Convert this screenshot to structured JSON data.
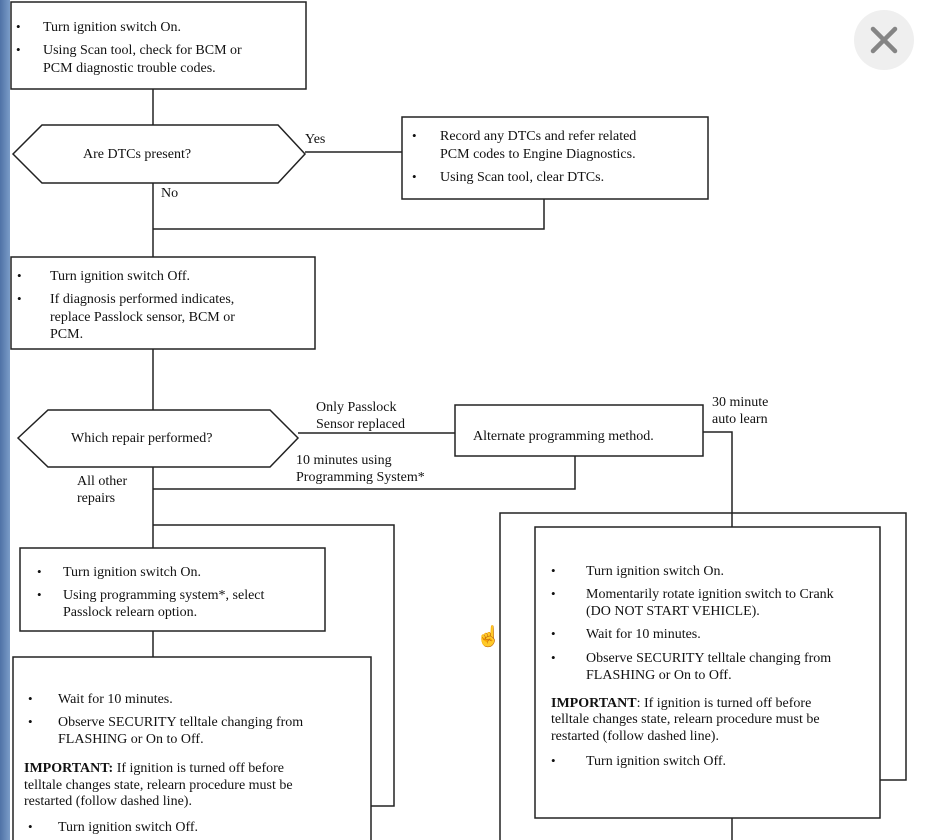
{
  "viewer": {
    "close_icon": "close-x-icon",
    "cursor_icon": "hand-pointer-icon"
  },
  "bullet": "•",
  "box1": {
    "items": [
      "Turn ignition switch On.",
      "Using Scan tool, check for BCM or",
      "PCM diagnostic trouble codes."
    ]
  },
  "decision1": {
    "question": "Are DTCs present?",
    "yes": "Yes",
    "no": "No"
  },
  "box2": {
    "items": [
      "Record any DTCs and refer related",
      "PCM codes to Engine Diagnostics.",
      "Using Scan tool, clear DTCs."
    ]
  },
  "box3": {
    "items": [
      "Turn ignition switch Off.",
      "If diagnosis performed indicates,",
      "replace Passlock sensor, BCM or",
      "PCM."
    ]
  },
  "decision2": {
    "question": "Which repair performed?",
    "branch_passlock": [
      "Only Passlock",
      "Sensor replaced"
    ],
    "branch_programming": [
      "10 minutes using",
      "Programming System*"
    ],
    "branch_other": [
      "All other",
      "repairs"
    ]
  },
  "box4": {
    "text": "Alternate programming method.",
    "branch_auto": [
      "30 minute",
      "auto learn"
    ]
  },
  "box5": {
    "items": [
      "Turn ignition switch On.",
      "Using programming system*, select",
      "Passlock relearn option."
    ]
  },
  "box6": {
    "items": [
      "Wait for 10 minutes.",
      "Observe SECURITY telltale changing from",
      "FLASHING or On to Off."
    ],
    "important_label": "IMPORTANT:",
    "important_text": [
      " If ignition is turned off before",
      "telltale changes state, relearn procedure must be",
      "restarted (follow dashed line)."
    ],
    "last_item": "Turn ignition switch Off."
  },
  "box7": {
    "items": [
      "Turn ignition switch On.",
      "Momentarily rotate ignition switch to Crank",
      "(DO NOT START VEHICLE).",
      "Wait for 10 minutes.",
      "Observe SECURITY telltale changing from",
      "FLASHING or On to Off."
    ],
    "important_label": "IMPORTANT",
    "important_text": [
      ": If ignition is turned off before",
      "telltale changes state, relearn procedure must be",
      "restarted (follow dashed line)."
    ],
    "last_item": "Turn ignition switch Off."
  }
}
